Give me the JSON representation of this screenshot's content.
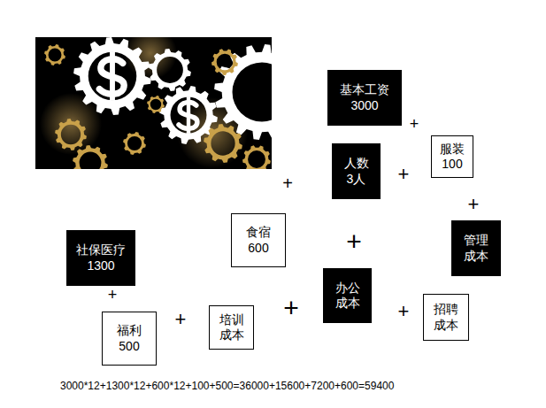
{
  "diagram": {
    "nodes": [
      {
        "text": [
          "基本工资",
          "3000"
        ]
      },
      {
        "text": [
          "服装",
          "100"
        ]
      },
      {
        "text": [
          "人数",
          "3人"
        ]
      },
      {
        "text": [
          "食宿",
          "600"
        ]
      },
      {
        "text": [
          "管理成本"
        ]
      },
      {
        "text": [
          "社保医疗",
          "1300"
        ]
      },
      {
        "text": [
          "办公成本"
        ]
      },
      {
        "text": [
          "招聘成本"
        ]
      },
      {
        "text": [
          "培训成本"
        ]
      },
      {
        "text": [
          "福利",
          "500"
        ]
      }
    ],
    "labels": [
      "+",
      "+",
      "+",
      "+",
      "+",
      "+",
      "+",
      "+",
      "+",
      "3000*12+1300*12+600*12+100+500=36000+15600+7200+600=59400"
    ]
  }
}
